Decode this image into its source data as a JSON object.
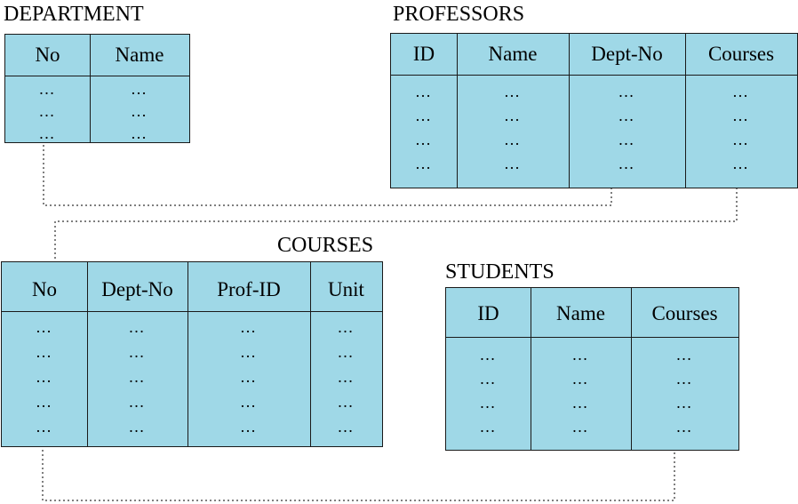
{
  "tables": {
    "department": {
      "title": "DEPARTMENT",
      "columns": [
        "No",
        "Name"
      ],
      "ellipsis": "…"
    },
    "professors": {
      "title": "PROFESSORS",
      "columns": [
        "ID",
        "Name",
        "Dept-No",
        "Courses"
      ],
      "ellipsis": "…"
    },
    "courses": {
      "title": "COURSES",
      "columns": [
        "No",
        "Dept-No",
        "Prof-ID",
        "Unit"
      ],
      "ellipsis": "…"
    },
    "students": {
      "title": "STUDENTS",
      "columns": [
        "ID",
        "Name",
        "Courses"
      ],
      "ellipsis": "…"
    }
  },
  "relationships": [
    {
      "from": "DEPARTMENT.No",
      "to": "PROFESSORS.Dept-No",
      "style": "dotted"
    },
    {
      "from": "PROFESSORS.Courses",
      "to": "COURSES.No",
      "style": "dotted"
    },
    {
      "from": "COURSES.No",
      "to": "STUDENTS.Courses",
      "style": "dotted"
    }
  ],
  "colors": {
    "table_fill": "#9fd8e7",
    "border": "#1a1a1a",
    "connector": "#555555"
  }
}
